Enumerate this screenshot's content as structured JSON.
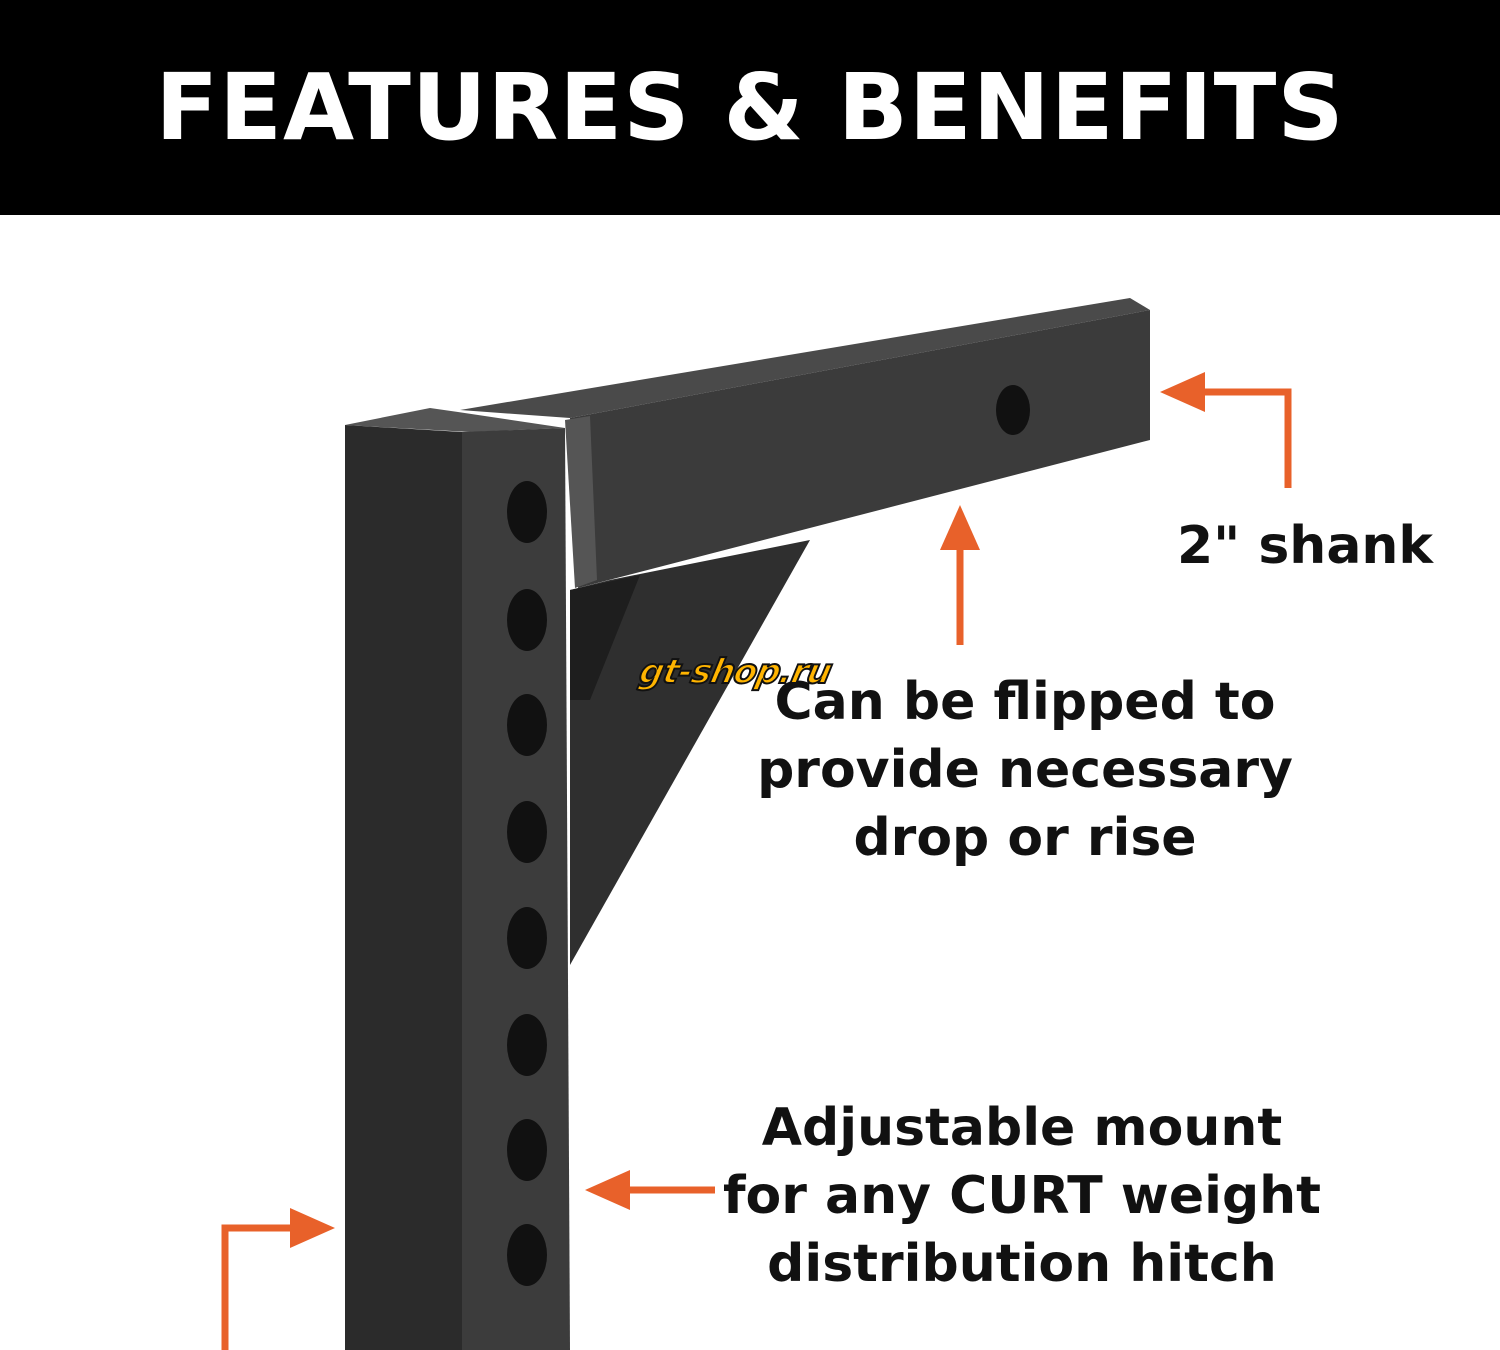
{
  "header": {
    "title": "FEATURES & BENEFITS"
  },
  "callouts": {
    "shank": "2\" shank",
    "flip": [
      "Can be flipped to",
      "provide necessary",
      "drop or rise"
    ],
    "adjustable": [
      "Adjustable mount",
      "for any CURT weight",
      "distribution hitch"
    ]
  },
  "watermark": "gt-shop.ru",
  "colors": {
    "arrow": "#e8612a",
    "header_bg": "#000000",
    "metal": "#3a3a3a"
  }
}
